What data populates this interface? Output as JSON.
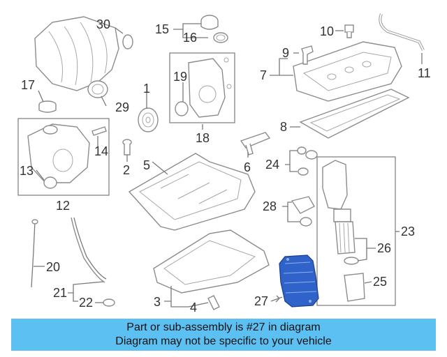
{
  "callouts": {
    "c1": "1",
    "c2": "2",
    "c3": "3",
    "c4": "4",
    "c5": "5",
    "c6": "6",
    "c7": "7",
    "c8": "8",
    "c9": "9",
    "c10": "10",
    "c11": "11",
    "c12": "12",
    "c13": "13",
    "c14": "14",
    "c15": "15",
    "c16": "16",
    "c17": "17",
    "c18": "18",
    "c19": "19",
    "c20": "20",
    "c21": "21",
    "c22": "22",
    "c23": "23",
    "c24": "24",
    "c25": "25",
    "c26": "26",
    "c27": "27",
    "c28": "28",
    "c29": "29",
    "c30": "30"
  },
  "highlight": {
    "part_number": "27",
    "color": "#2f63c9"
  },
  "banner": {
    "line1": "Part or sub-assembly is #27 in diagram",
    "line2": "Diagram may not be specific to your vehicle",
    "background": "#5cc0f2"
  }
}
